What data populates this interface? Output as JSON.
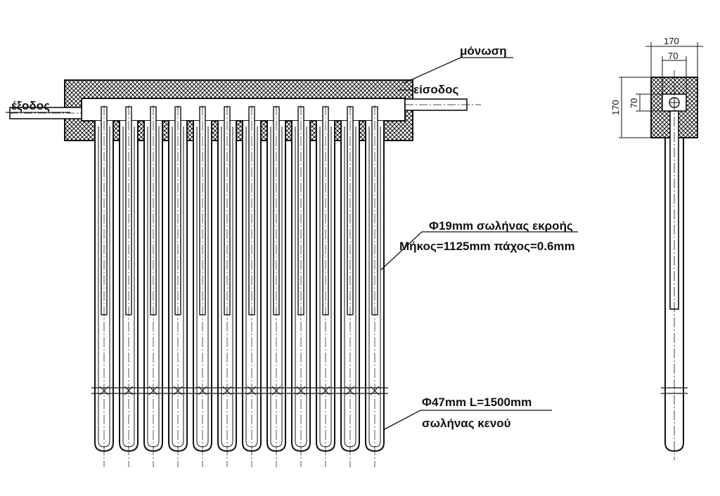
{
  "labels": {
    "insulation": "μόνωση",
    "inlet": "είσοδος",
    "outlet": "έξοδος",
    "heatpipe_line1": "Φ19mm σωλήνας εκροής",
    "heatpipe_line2": "Μήκος=1125mm  πάχος=0.6mm",
    "vacuum_line1": "Φ47mm  L=1500mm",
    "vacuum_line2": "σωλήνας κενού"
  },
  "side_view_dimensions": {
    "overall_width": "170",
    "inner_width": "70",
    "overall_height": "170",
    "inner_height": "70"
  },
  "tube_count": 12,
  "colors": {
    "line": "#111111",
    "paper": "#ffffff"
  }
}
